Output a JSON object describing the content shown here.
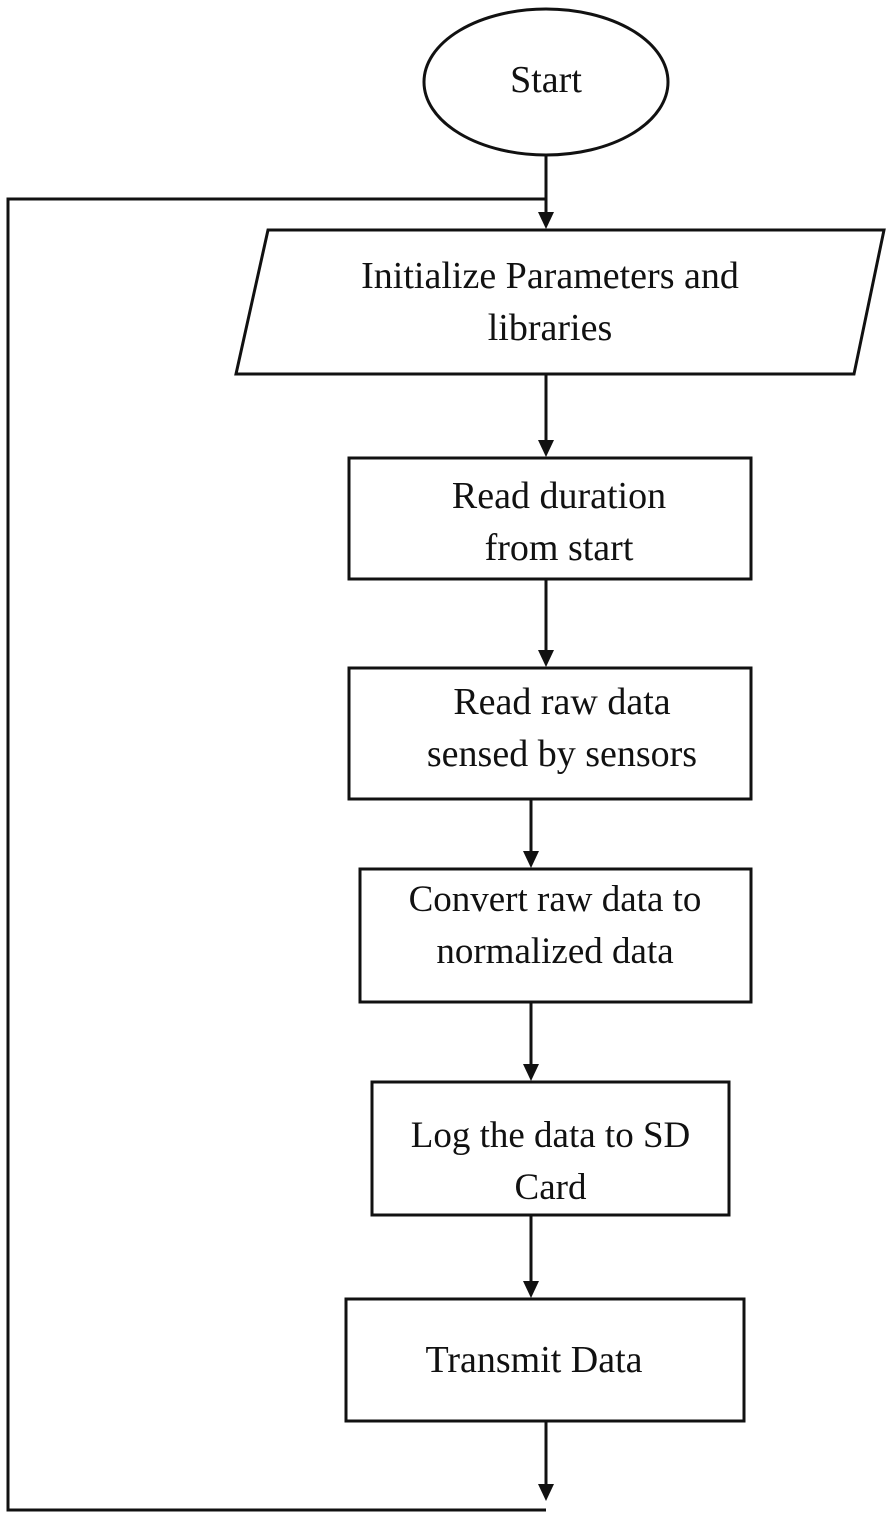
{
  "diagram": {
    "type": "flowchart",
    "nodes": [
      {
        "id": "start",
        "shape": "ellipse",
        "text": "Start"
      },
      {
        "id": "init",
        "shape": "parallelogram",
        "text": "Initialize Parameters and libraries"
      },
      {
        "id": "read_duration",
        "shape": "rectangle",
        "text": "Read duration from start"
      },
      {
        "id": "read_raw",
        "shape": "rectangle",
        "text": "Read raw data sensed by sensors"
      },
      {
        "id": "convert",
        "shape": "rectangle",
        "text": "Convert raw data to normalized data"
      },
      {
        "id": "log",
        "shape": "rectangle",
        "text": "Log the data to SD Card"
      },
      {
        "id": "transmit",
        "shape": "rectangle",
        "text": "Transmit Data"
      }
    ],
    "edges": [
      {
        "from": "start",
        "to": "init"
      },
      {
        "from": "init",
        "to": "read_duration"
      },
      {
        "from": "read_duration",
        "to": "read_raw"
      },
      {
        "from": "read_raw",
        "to": "convert"
      },
      {
        "from": "convert",
        "to": "log"
      },
      {
        "from": "log",
        "to": "transmit"
      },
      {
        "from": "transmit",
        "to": "init",
        "kind": "loop-back"
      }
    ],
    "labels": {
      "start": "Start",
      "init_line1": "Initialize Parameters and",
      "init_line2": "libraries",
      "read_duration_line1": "Read duration",
      "read_duration_line2": "from start",
      "read_raw_line1": "Read raw data",
      "read_raw_line2": "sensed by sensors",
      "convert_line1": "Convert raw data to",
      "convert_line2": "normalized data",
      "log_line1": "Log the data to SD",
      "log_line2": "Card",
      "transmit": "Transmit Data"
    }
  }
}
